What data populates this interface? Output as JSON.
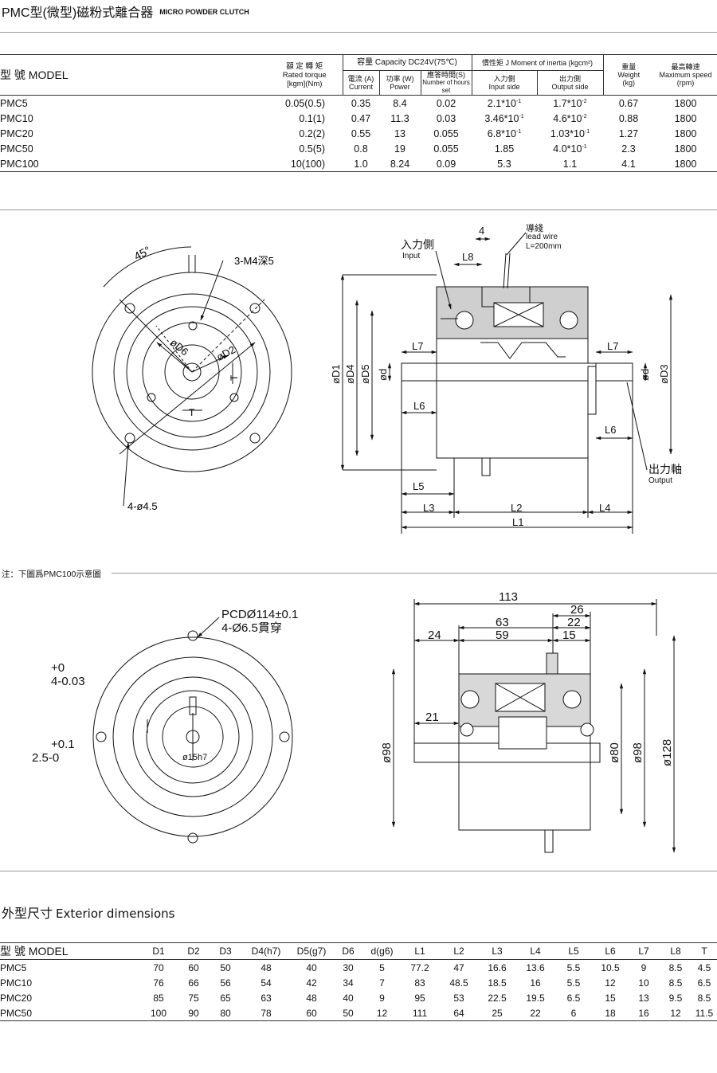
{
  "title": {
    "cn": "PMC型(微型)磁粉式離合器",
    "en": "MICRO POWDER CLUTCH"
  },
  "spec_table": {
    "model_header": "型  號 MODEL",
    "torque_header": [
      "額 定 轉 矩",
      "Rated torque",
      "[kgm](Nm)"
    ],
    "capacity_header": "容量 Capacity  DC24V(75℃)",
    "current_header": [
      "電流 (A)",
      "Current"
    ],
    "power_header": [
      "功率 (W)",
      "Power"
    ],
    "response_header": [
      "應答時間(S)",
      "Number of hours set"
    ],
    "inertia_header": "慣性矩 J   Moment of inertia (kgcm²)",
    "input_header": [
      "入力側",
      "Input side"
    ],
    "output_header": [
      "出力側",
      "Output side"
    ],
    "weight_header": [
      "重量",
      "Weight",
      "(kg)"
    ],
    "speed_header": [
      "最高轉速",
      "Maximum speed",
      "(rpm)"
    ],
    "rows": [
      {
        "model": "PMC5",
        "torque": "0.05(0.5)",
        "current": "0.35",
        "power": "8.4",
        "response": "0.02",
        "input": "2.1*10",
        "input_exp": "-1",
        "output": "1.7*10",
        "output_exp": "-2",
        "weight": "0.67",
        "speed": "1800"
      },
      {
        "model": "PMC10",
        "torque": "0.1(1)",
        "current": "0.47",
        "power": "11.3",
        "response": "0.03",
        "input": "3.46*10",
        "input_exp": "-1",
        "output": "4.6*10",
        "output_exp": "-2",
        "weight": "0.88",
        "speed": "1800"
      },
      {
        "model": "PMC20",
        "torque": "0.2(2)",
        "current": "0.55",
        "power": "13",
        "response": "0.055",
        "input": "6.8*10",
        "input_exp": "-1",
        "output": "1.03*10",
        "output_exp": "-1",
        "weight": "1.27",
        "speed": "1800"
      },
      {
        "model": "PMC50",
        "torque": "0.5(5)",
        "current": "0.8",
        "power": "19",
        "response": "0.055",
        "input": "1.85",
        "input_exp": "",
        "output": "4.0*10",
        "output_exp": "-1",
        "weight": "2.3",
        "speed": "1800"
      },
      {
        "model": "PMC100",
        "torque": "10(100)",
        "current": "1.0",
        "power": "8.24",
        "response": "0.09",
        "input": "5.3",
        "input_exp": "",
        "output": "1.1",
        "output_exp": "",
        "weight": "4.1",
        "speed": "1800"
      }
    ]
  },
  "drawing1": {
    "angle": "45°",
    "tap": "3-M4深5",
    "holes": "4-ø4.5",
    "d6": "øD6",
    "d2": "øD2",
    "t": "T",
    "input_cn": "入力側",
    "input_en": "Input",
    "dim4": "4",
    "l8": "L8",
    "lead_cn": "導綫",
    "lead_en": "lead wire",
    "lead_len": "L=200mm",
    "l7": "L7",
    "l6": "L6",
    "l5": "L5",
    "l3": "L3",
    "l2": "L2",
    "l4": "L4",
    "l1": "L1",
    "d1": "øD1",
    "d4": "øD4",
    "d5": "øD5",
    "d": "ød",
    "d3": "øD3",
    "output_cn": "出力軸",
    "output_en": "Output"
  },
  "note": "注：下圖爲PMC100示意圖",
  "drawing2": {
    "pcd": "PCDØ114±0.1",
    "holes": "4-Ø6.5貫穿",
    "tol1_top": "+0",
    "tol1_bot": "4-0.03",
    "tol2_top": "+0.1",
    "tol2_bot": "2.5-0",
    "bore": "ø15h7",
    "dim113": "113",
    "dim63": "63",
    "dim59": "59",
    "dim26": "26",
    "dim22": "22",
    "dim15": "15",
    "dim24": "24",
    "dim21": "21",
    "d98a": "ø98",
    "d80": "ø80",
    "d98b": "ø98",
    "d128": "ø128"
  },
  "dims_section": {
    "cn": "外型尺寸",
    "en": "Exterior dimensions"
  },
  "dims_table": {
    "headers": [
      "型  號 MODEL",
      "D1",
      "D2",
      "D3",
      "D4(h7)",
      "D5(g7)",
      "D6",
      "d(g6)",
      "L1",
      "L2",
      "L3",
      "L4",
      "L5",
      "L6",
      "L7",
      "L8",
      "T"
    ],
    "rows": [
      [
        "PMC5",
        "70",
        "60",
        "50",
        "48",
        "40",
        "30",
        "5",
        "77.2",
        "47",
        "16.6",
        "13.6",
        "5.5",
        "10.5",
        "9",
        "8.5",
        "4.5"
      ],
      [
        "PMC10",
        "76",
        "66",
        "56",
        "54",
        "42",
        "34",
        "7",
        "83",
        "48.5",
        "18.5",
        "16",
        "5.5",
        "12",
        "10",
        "8.5",
        "6.5"
      ],
      [
        "PMC20",
        "85",
        "75",
        "65",
        "63",
        "48",
        "40",
        "9",
        "95",
        "53",
        "22.5",
        "19.5",
        "6.5",
        "15",
        "13",
        "9.5",
        "8.5"
      ],
      [
        "PMC50",
        "100",
        "90",
        "80",
        "78",
        "60",
        "50",
        "12",
        "111",
        "64",
        "25",
        "22",
        "6",
        "18",
        "16",
        "12",
        "11.5"
      ]
    ]
  },
  "colors": {
    "gray_fill": "#cfcfcf",
    "rule": "#9a9a9a",
    "ink": "#111111"
  }
}
